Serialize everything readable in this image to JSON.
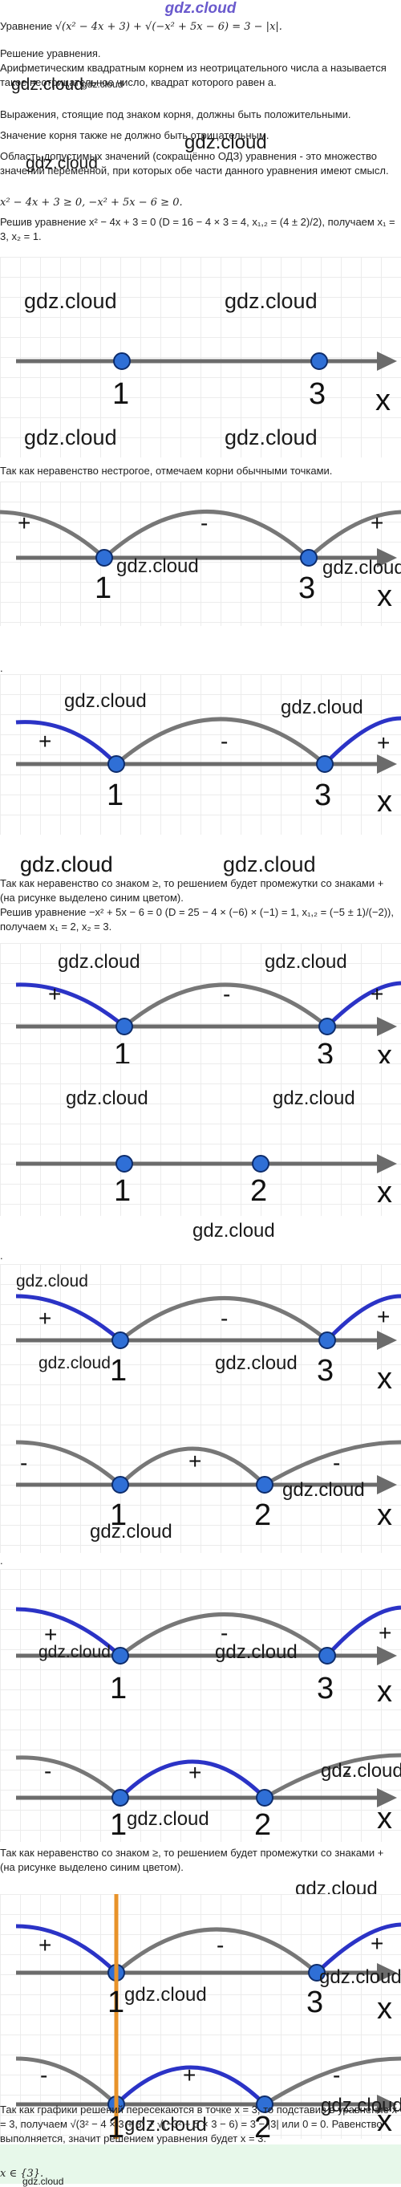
{
  "watermark": "gdz.cloud",
  "header": {
    "logo": "gdz.cloud"
  },
  "text": {
    "equation_prefix": "Уравнение ",
    "equation_math": "√(x² − 4x + 3) + √(−x² + 5x − 6) = 3 − |x|.",
    "p1": "Решение уравнения.",
    "p2": "Арифметическим квадратным корнем из неотрицательного числа a называется такое неотрицательное число, квадрат которого равен a.",
    "p3": "Выражения, стоящие под знаком корня, должны быть положительными.",
    "p4": "Значение корня также не должно быть отрицательным.",
    "p5": "Область допустимых значений (сокращённо ОДЗ) уравнения - это множество значений переменной, при которых обе части данного уравнения имеют смысл.",
    "p6_math": "x² − 4x + 3 ≥ 0, −x² + 5x − 6 ≥ 0.",
    "p7": "Решив уравнение x² − 4x + 3 = 0 (D = 16 − 4 × 3 = 4, x₁,₂ = (4 ± 2)/2), получаем x₁ = 3, x₂ = 1.",
    "p8": "Так как неравенство нестрогое, отмечаем корни обычными точками.",
    "p9": "Так как неравенство со знаком ≥, то решением будет промежутки со знаками + (на рисунке выделено синим цветом).",
    "p10": "Решив уравнение −x² + 5x − 6 = 0 (D = 25 − 4 × (−6) × (−1) = 1, x₁,₂ = (−5 ± 1)/(−2)), получаем x₁ = 2, x₂ = 3.",
    "p11": "Так как неравенство со знаком ≥, то решением будет промежутки со знаками + (на рисунке выделено синим цветом).",
    "p12": "Так как графики решений пересекаются в точке x = 3, то подставив в уравнение x = 3, получаем √(3² − 4 × 3 + 3) + √(−3² + 5 × 3 − 6) = 3 − |3| или 0 = 0. Равенство выполняется, значит решением уравнения будет x = 3.",
    "answer": "x ∈ {3}."
  },
  "labels": {
    "one": "1",
    "two": "2",
    "three": "3",
    "x": "x",
    "plus": "+",
    "minus": "-",
    "dot": "."
  }
}
